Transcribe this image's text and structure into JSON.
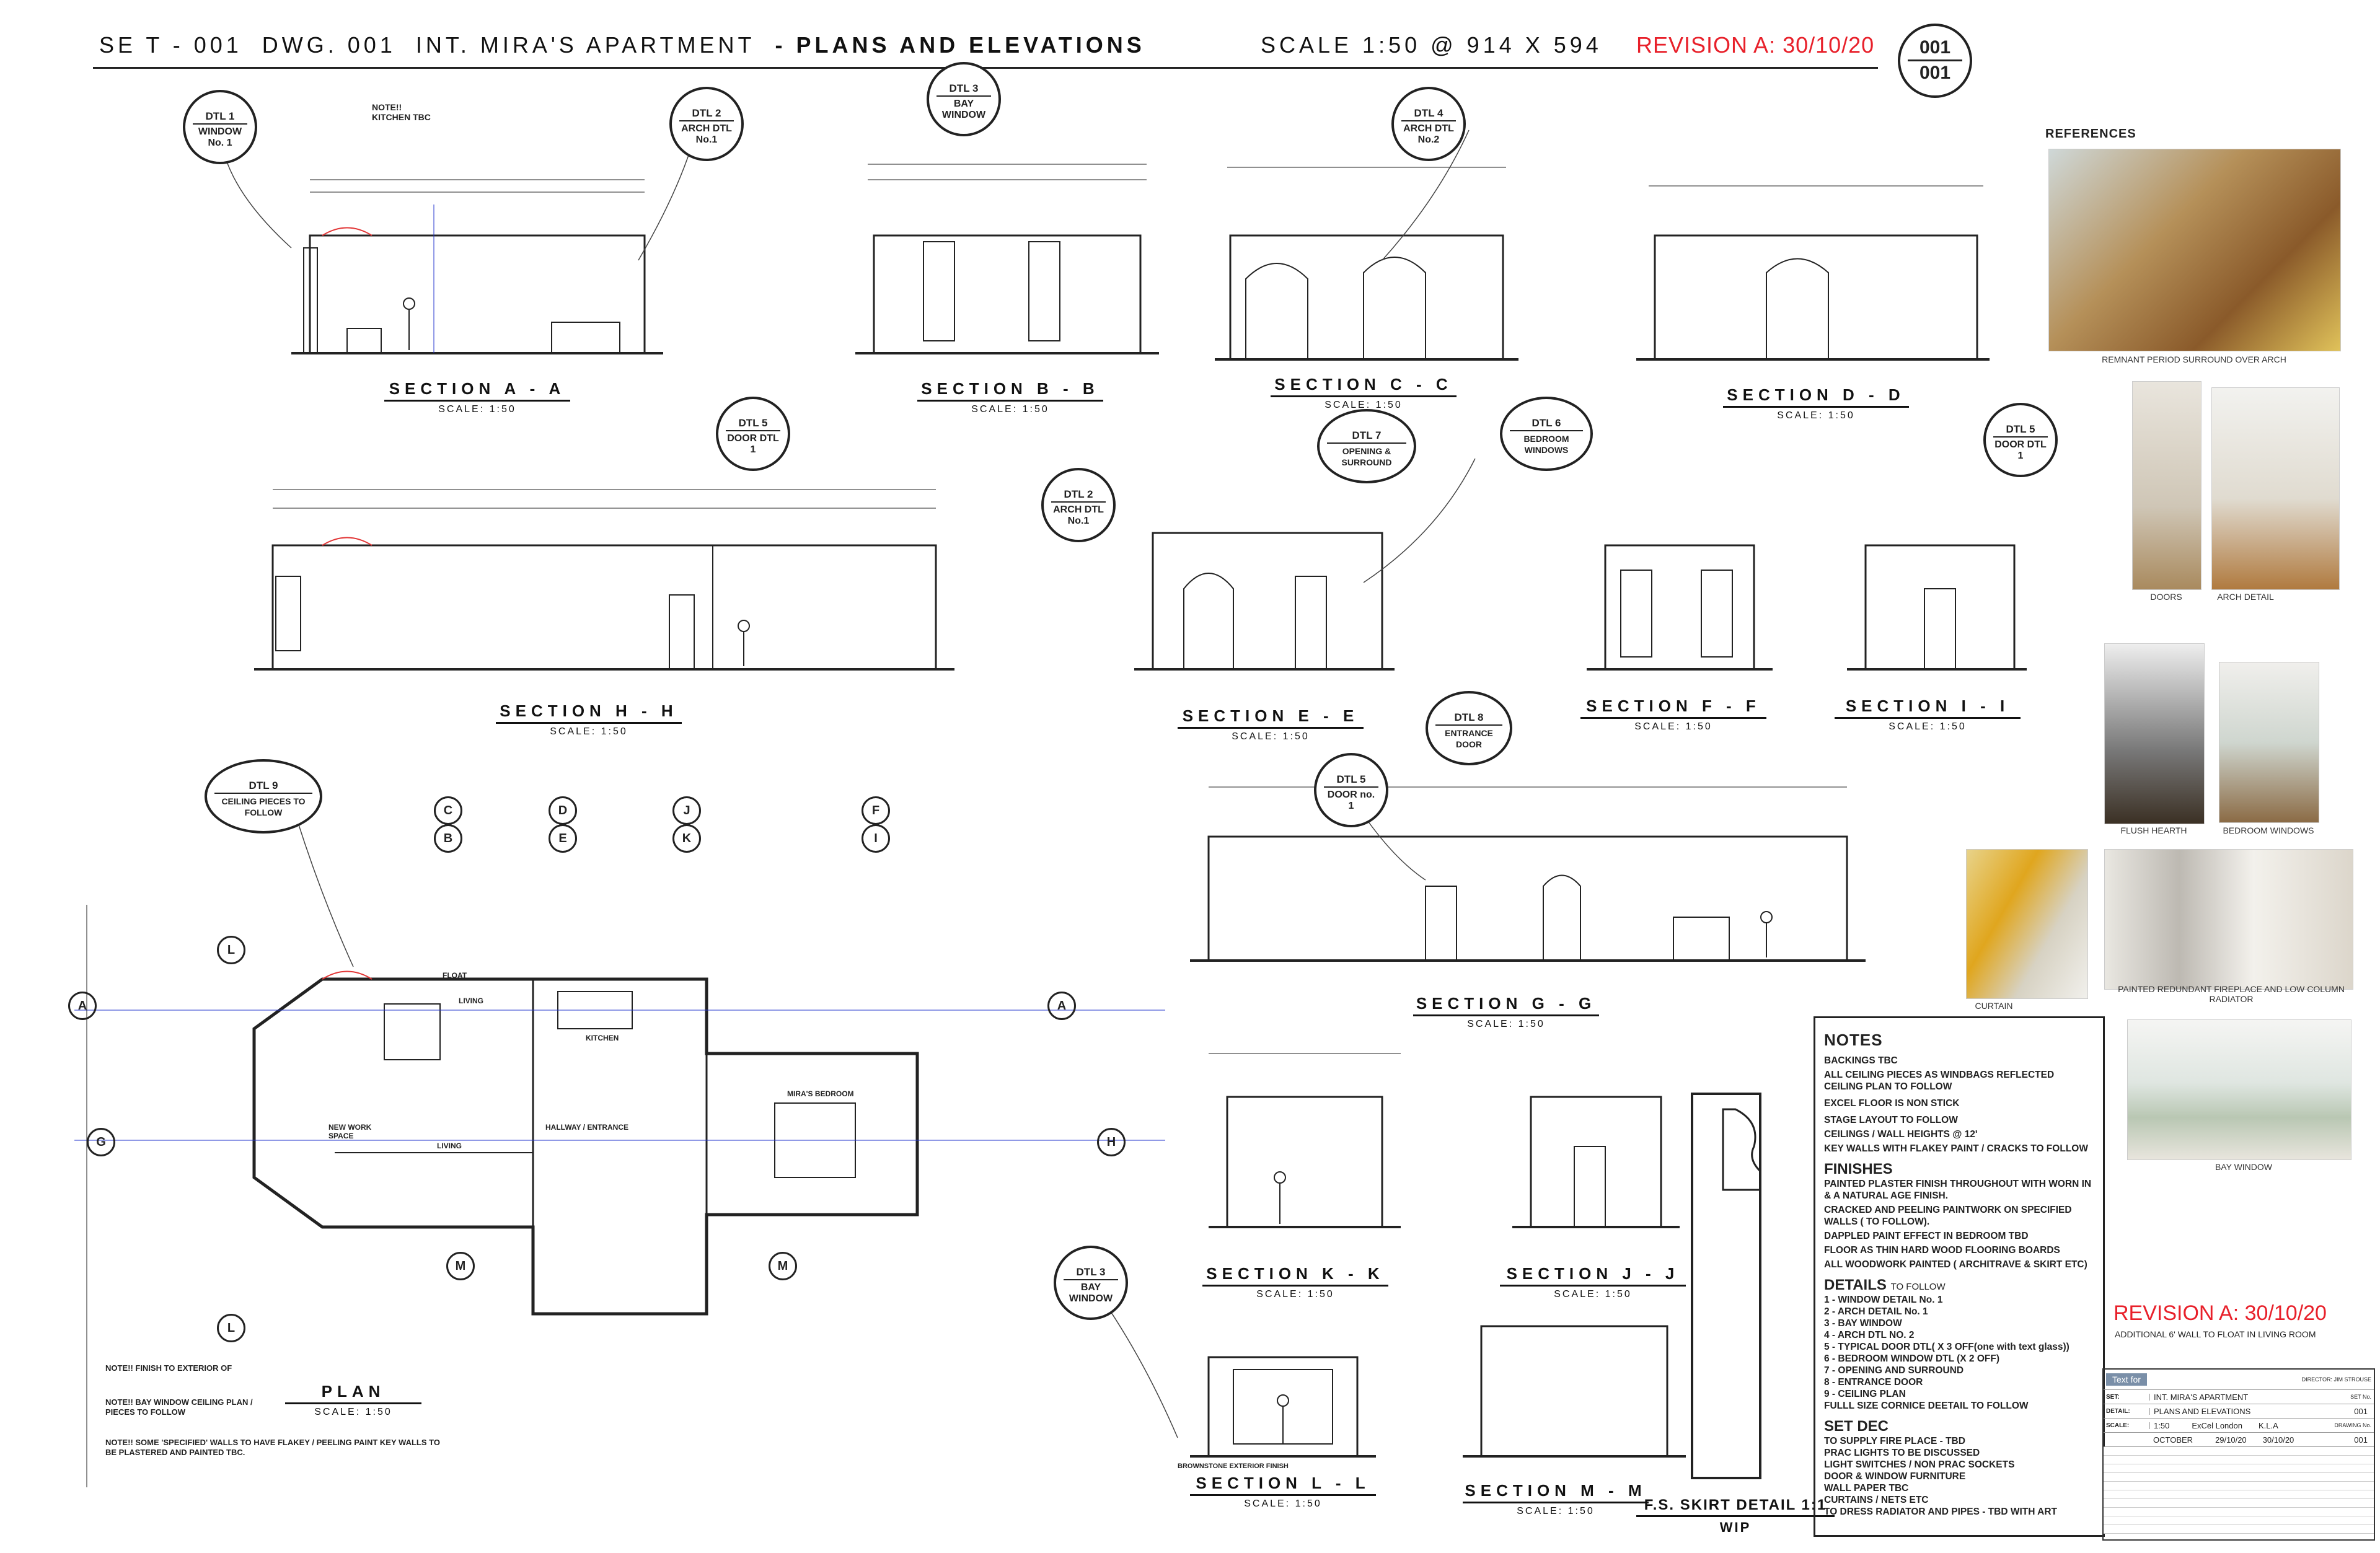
{
  "header": {
    "set": "SE T - 001",
    "dwg": "DWG. 001",
    "project": "INT. MIRA'S APARTMENT",
    "title": "- PLANS AND ELEVATIONS",
    "scale": "SCALE 1:50 @ 914 X 594",
    "revision": "REVISION A: 30/10/20",
    "sheet_top": "001",
    "sheet_bottom": "001"
  },
  "sections": [
    {
      "title": "SECTION A - A",
      "scale": "SCALE: 1:50"
    },
    {
      "title": "SECTION B - B",
      "scale": "SCALE: 1:50"
    },
    {
      "title": "SECTION C - C",
      "scale": "SCALE: 1:50"
    },
    {
      "title": "SECTION D - D",
      "scale": "SCALE: 1:50"
    },
    {
      "title": "SECTION H - H",
      "scale": "SCALE: 1:50"
    },
    {
      "title": "SECTION E - E",
      "scale": "SCALE: 1:50"
    },
    {
      "title": "SECTION F - F",
      "scale": "SCALE: 1:50"
    },
    {
      "title": "SECTION I - I",
      "scale": "SCALE: 1:50"
    },
    {
      "title": "SECTION G - G",
      "scale": "SCALE: 1:50"
    },
    {
      "title": "SECTION K - K",
      "scale": "SCALE: 1:50"
    },
    {
      "title": "SECTION J - J",
      "scale": "SCALE: 1:50"
    },
    {
      "title": "SECTION L - L",
      "scale": "SCALE: 1:50"
    },
    {
      "title": "SECTION M - M",
      "scale": "SCALE: 1:50"
    },
    {
      "title": "PLAN",
      "scale": "SCALE: 1:50"
    },
    {
      "title": "F.S. SKIRT DETAIL 1:1",
      "scale": "WIP"
    }
  ],
  "dtl_tags": [
    {
      "id": "DTL 1",
      "label": "WINDOW No. 1"
    },
    {
      "id": "DTL 2",
      "label": "ARCH DTL No.1"
    },
    {
      "id": "DTL 3",
      "label": "BAY WINDOW"
    },
    {
      "id": "DTL 4",
      "label": "ARCH DTL No.2"
    },
    {
      "id": "DTL 5",
      "label": "DOOR DTL 1"
    },
    {
      "id": "DTL 7",
      "label": "OPENING & SURROUND"
    },
    {
      "id": "DTL 6",
      "label": "BEDROOM WINDOWS"
    },
    {
      "id": "DTL 5",
      "label": "DOOR DTL 1"
    },
    {
      "id": "DTL 2",
      "label": "ARCH DTL No.1"
    },
    {
      "id": "DTL 8",
      "label": "ENTRANCE DOOR"
    },
    {
      "id": "DTL 5",
      "label": "DOOR no. 1"
    },
    {
      "id": "DTL 9",
      "label": "CEILING PIECES TO FOLLOW"
    },
    {
      "id": "DTL 3",
      "label": "BAY WINDOW"
    }
  ],
  "small_notes": {
    "kitchen": "NOTE!! KITCHEN TBC",
    "plan_notes": [
      "NOTE!! FINISH TO EXTERIOR OF",
      "NOTE!! BAY WINDOW CEILING PLAN / PIECES TO FOLLOW",
      "NOTE!! SOME 'SPECIFIED' WALLS TO HAVE FLAKEY / PEELING PAINT KEY WALLS TO BE PLASTERED AND PAINTED TBC."
    ],
    "brownstone": "BROWNSTONE EXTERIOR FINISH"
  },
  "references": {
    "heading": "REFERENCES",
    "items": [
      {
        "caption": "REMNANT PERIOD SURROUND OVER ARCH"
      },
      {
        "caption": "DOORS"
      },
      {
        "caption": "ARCH DETAIL"
      },
      {
        "caption": "FLUSH HEARTH"
      },
      {
        "caption": "BEDROOM WINDOWS"
      },
      {
        "caption": "CURTAIN"
      },
      {
        "caption": "PAINTED REDUNDANT FIREPLACE AND LOW COLUMN RADIATOR"
      },
      {
        "caption": "BAY WINDOW"
      }
    ]
  },
  "notes": {
    "heading": "NOTES",
    "lines": [
      "BACKINGS TBC",
      "ALL CEILING PIECES AS WINDBAGS REFLECTED CEILING PLAN TO FOLLOW",
      "EXCEL FLOOR IS NON STICK",
      "STAGE LAYOUT TO FOLLOW",
      "CEILINGS / WALL HEIGHTS @ 12'",
      "KEY WALLS WITH FLAKEY PAINT / CRACKS TO FOLLOW"
    ],
    "finishes_heading": "FINISHES",
    "finishes": [
      "PAINTED PLASTER FINISH THROUGHOUT WITH WORN IN & A NATURAL AGE FINISH.",
      "CRACKED AND PEELING PAINTWORK ON SPECIFIED WALLS ( TO FOLLOW).",
      "DAPPLED PAINT EFFECT IN BEDROOM TBD",
      "FLOOR AS THIN HARD WOOD FLOORING BOARDS",
      "ALL WOODWORK PAINTED ( ARCHITRAVE & SKIRT ETC)"
    ],
    "details_heading": "DETAILS",
    "details_suffix": "TO FOLLOW",
    "details": [
      "1 - WINDOW DETAIL No. 1",
      "2 - ARCH DETAIL No. 1",
      "3 - BAY WINDOW",
      "4 - ARCH DTL NO. 2",
      "5 - TYPICAL DOOR DTL( X 3 OFF(one with text glass))",
      "6 - BEDROOM WINDOW DTL (X 2 OFF)",
      "7 - OPENING AND SURROUND",
      "8 - ENTRANCE DOOR",
      "9 - CEILING PLAN",
      "FULLL SIZE CORNICE DEETAIL TO FOLLOW"
    ],
    "setdec_heading": "SET DEC",
    "setdec": [
      "TO SUPPLY FIRE PLACE - TBD",
      "PRAC LIGHTS TO BE DISCUSSED",
      "LIGHT SWITCHES / NON PRAC SOCKETS",
      "DOOR & WINDOW FURNITURE",
      "WALL PAPER TBC",
      "CURTAINS / NETS ETC",
      "TO DRESS RADIATOR AND PIPES - TBD WITH ART"
    ]
  },
  "revision_block": {
    "title": "REVISION A: 30/10/20",
    "text": "ADDITIONAL 6' WALL TO FLOAT IN LIVING ROOM"
  },
  "title_block": {
    "logo": "Text for",
    "director": "DIRECTOR: JIM STROUSE",
    "set_label": "SET:",
    "set_value": "INT. MIRA'S APARTMENT",
    "detail_label": "DETAIL:",
    "detail_value": "PLANS AND ELEVATIONS",
    "scale_label": "SCALE:",
    "scale_value": "1:50",
    "studio": "ExCel London",
    "drawn": "K.L.A",
    "date": "OCTOBER",
    "date2": "29/10/20",
    "date3": "30/10/20",
    "set_no_label": "SET No.",
    "set_no": "001",
    "drawing_no_label": "DRAWING No.",
    "drawing_no": "001"
  },
  "plan_labels": {
    "rooms": [
      "LIVING",
      "KITCHEN",
      "NEW WORK SPACE",
      "LIVING",
      "HALLWAY / ENTRANCE",
      "MIRA'S BEDROOM"
    ],
    "float": "FLOAT",
    "grid": [
      "A",
      "B",
      "C",
      "D",
      "E",
      "F",
      "G",
      "H",
      "I",
      "J",
      "K",
      "L",
      "M"
    ]
  },
  "colors": {
    "ink": "#222222",
    "revision_red": "#e8202a",
    "float_red": "#e23636",
    "grid_blue": "#2233cc"
  }
}
